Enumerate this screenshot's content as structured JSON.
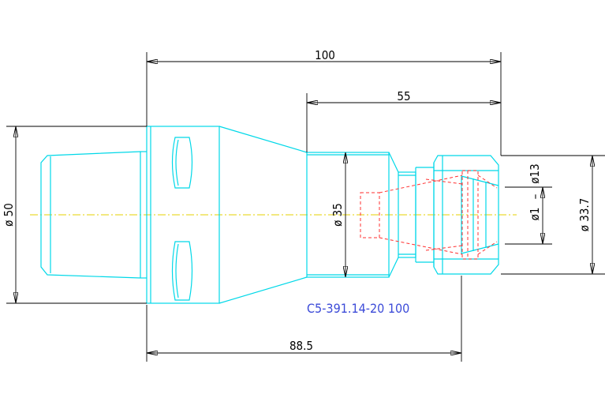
{
  "dimensions": {
    "overall_length": "100",
    "nose_length": "55",
    "body_length": "88.5",
    "flange_diameter": "ø 50",
    "nose_diameter": "ø 35",
    "nut_diameter": "ø 33.7",
    "clamping_range_max": "ø13",
    "clamping_range_separator": "–",
    "clamping_range_min": "ø1"
  },
  "part_designation": "C5-391.14-20 100",
  "colors": {
    "outline": "#00d8e8",
    "hidden_lines": "#ff3030",
    "center_line": "#e6d200",
    "dimension_lines": "#000000",
    "label": "#3c4bd8",
    "sheet_background": "#ffffff"
  }
}
